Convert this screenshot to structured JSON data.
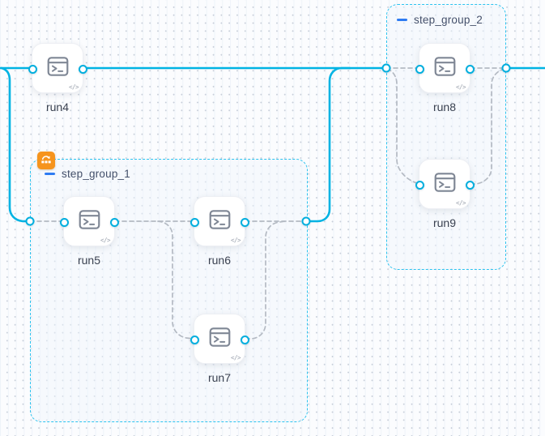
{
  "canvas": {
    "background": "#fbfcfe",
    "grid_dot_color": "#c7ced9",
    "edge_color": "#00b3e3",
    "dashed_edge_color": "#b4bac3",
    "group_border_color": "#2cc3ef",
    "collapse_icon_color": "#2e7bf2",
    "badge_color": "#f6941d"
  },
  "nodes": [
    {
      "id": "run4",
      "label": "run4"
    },
    {
      "id": "run5",
      "label": "run5"
    },
    {
      "id": "run6",
      "label": "run6"
    },
    {
      "id": "run7",
      "label": "run7"
    },
    {
      "id": "run8",
      "label": "run8"
    },
    {
      "id": "run9",
      "label": "run9"
    }
  ],
  "groups": [
    {
      "id": "step_group_1",
      "label": "step_group_1",
      "badge": "toolbox-badge"
    },
    {
      "id": "step_group_2",
      "label": "step_group_2"
    }
  ],
  "edges": [
    {
      "from": "off-canvas-left",
      "to": "run4",
      "style": "solid"
    },
    {
      "from": "off-canvas-left",
      "to": "step_group_1",
      "style": "solid"
    },
    {
      "from": "run4",
      "to": "step_group_2",
      "style": "solid"
    },
    {
      "from": "step_group_1",
      "to": "step_group_2",
      "style": "solid"
    },
    {
      "from": "step_group_2",
      "to": "off-canvas-right",
      "style": "solid"
    },
    {
      "from": "step_group_1-in",
      "to": "run5",
      "style": "dashed"
    },
    {
      "from": "run5",
      "to": "run6",
      "style": "dashed"
    },
    {
      "from": "run5",
      "to": "run7",
      "style": "dashed"
    },
    {
      "from": "run6",
      "to": "step_group_1-out",
      "style": "dashed"
    },
    {
      "from": "run7",
      "to": "step_group_1-out",
      "style": "dashed"
    },
    {
      "from": "step_group_2-in",
      "to": "run8",
      "style": "dashed"
    },
    {
      "from": "step_group_2-in",
      "to": "run9",
      "style": "dashed"
    },
    {
      "from": "run8",
      "to": "step_group_2-out",
      "style": "dashed"
    },
    {
      "from": "run9",
      "to": "step_group_2-out",
      "style": "dashed"
    }
  ],
  "icons": {
    "code_glyph": "</>"
  }
}
